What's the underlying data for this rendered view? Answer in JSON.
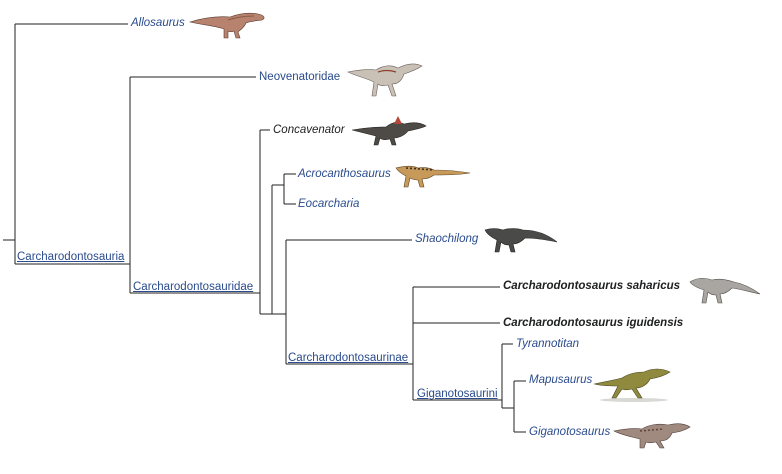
{
  "taxa": {
    "allosaurus": "Allosaurus",
    "neovenatoridae": "Neovenatoridae",
    "concavenator": "Concavenator",
    "acrocanthosaurus": "Acrocanthosaurus",
    "eocarcharia": "Eocarcharia",
    "shaochilong": "Shaochilong",
    "c_saharicus": "Carcharodontosaurus saharicus",
    "c_iguidensis": "Carcharodontosaurus iguidensis",
    "tyrannotitan": "Tyrannotitan",
    "mapusaurus": "Mapusaurus",
    "giganotosaurus": "Giganotosaurus"
  },
  "clades": {
    "carcharodontosauria": "Carcharodontosauria",
    "carcharodontosauridae": "Carcharodontosauridae",
    "carcharodontosaurinae": "Carcharodontosaurinae",
    "giganotosaurini": "Giganotosaurini"
  },
  "colors": {
    "link": "#2a4b8d",
    "text": "#202122",
    "line": "#222222"
  },
  "icons": [
    "allosaurus-illustration",
    "neovenatoridae-illustration",
    "concavenator-illustration",
    "acrocanthosaurus-illustration",
    "shaochilong-illustration",
    "carcharodontosaurus-illustration",
    "mapusaurus-illustration",
    "giganotosaurus-illustration"
  ]
}
